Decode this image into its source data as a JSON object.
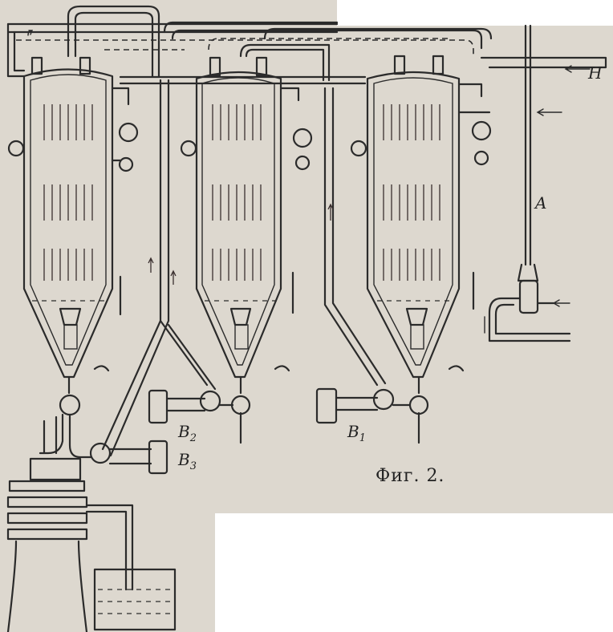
{
  "figure": {
    "caption": "Фиг. 2.",
    "labels": {
      "a": "A",
      "h": "H",
      "b1": "B",
      "b1_sub": "1",
      "b2": "B",
      "b2_sub": "2",
      "b3": "B",
      "b3_sub": "3"
    },
    "columns": [
      "column-1",
      "column-2",
      "column-3"
    ],
    "colors": {
      "paper": "#ddd8cf",
      "ink": "#2b2b2b",
      "arrows": "#3a2f2f"
    }
  }
}
